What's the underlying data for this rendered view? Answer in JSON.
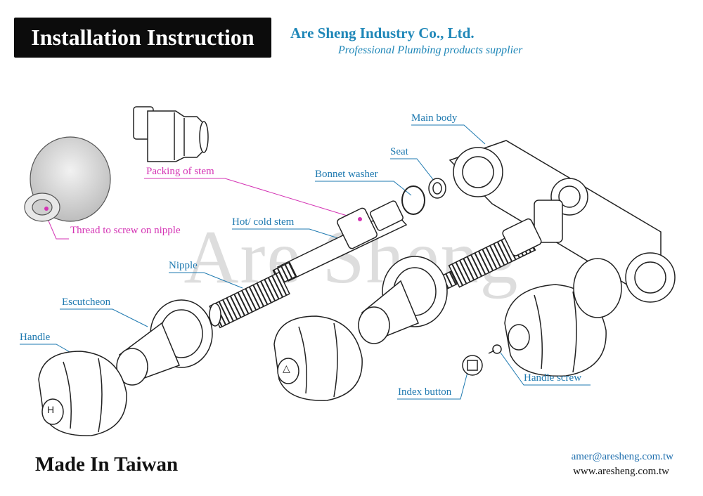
{
  "header": {
    "title": "Installation Instruction",
    "company": "Are Sheng Industry Co., Ltd.",
    "tagline": "Professional Plumbing products supplier"
  },
  "watermark": "Are Sheng",
  "labels": {
    "main_body": "Main body",
    "seat": "Seat",
    "bonnet_washer": "Bonnet washer",
    "packing_of_stem": "Packing of stem",
    "hot_cold_stem": "Hot/ cold stem",
    "thread_to_screw": "Thread to screw on nipple",
    "nipple": "Nipple",
    "escutcheon": "Escutcheon",
    "handle": "Handle",
    "index_button": "Index button",
    "handle_screw": "Handle screw"
  },
  "handle_marks": {
    "hot": "H",
    "cold": "△"
  },
  "footer": {
    "made_in": "Made In Taiwan",
    "email": "amer@aresheng.com.tw",
    "website": "www.aresheng.com.tw"
  },
  "colors": {
    "label_blue": "#1e79b0",
    "label_pink": "#d433b4",
    "company_blue": "#1f87b8",
    "title_bg": "#0c0c0c"
  }
}
